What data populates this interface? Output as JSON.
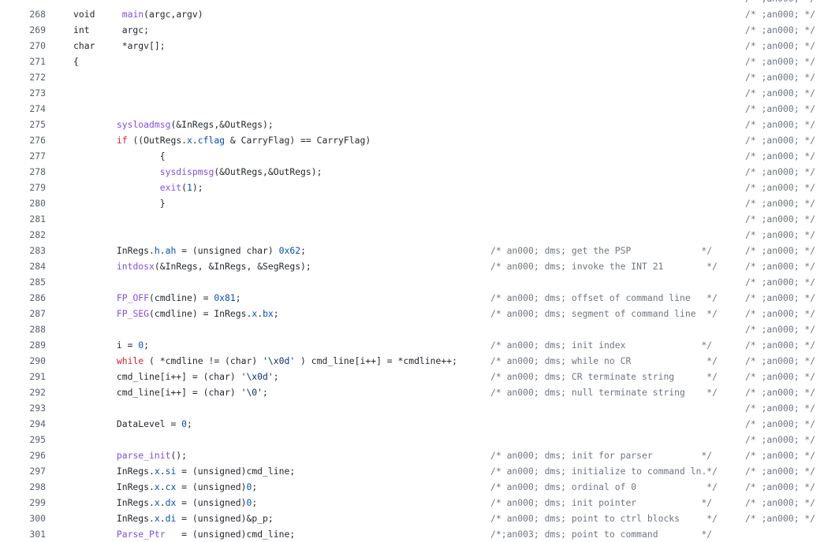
{
  "code_viewer": {
    "top_partial_comment": "/* ;an000; */",
    "lines": [
      {
        "num": "268",
        "segments": [
          {
            "t": "void     ",
            "c": ""
          },
          {
            "t": "main",
            "c": "fn"
          },
          {
            "t": "(argc,argv)",
            "c": ""
          }
        ],
        "mid": "",
        "right": "/* ;an000; */"
      },
      {
        "num": "269",
        "segments": [
          {
            "t": "int      argc;",
            "c": ""
          }
        ],
        "mid": "",
        "right": "/* ;an000; */"
      },
      {
        "num": "270",
        "segments": [
          {
            "t": "char     *argv[];",
            "c": ""
          }
        ],
        "mid": "",
        "right": "/* ;an000; */"
      },
      {
        "num": "271",
        "segments": [
          {
            "t": "{",
            "c": ""
          }
        ],
        "mid": "",
        "right": "/* ;an000; */"
      },
      {
        "num": "272",
        "segments": [],
        "mid": "",
        "right": "/* ;an000; */"
      },
      {
        "num": "273",
        "segments": [],
        "mid": "",
        "right": "/* ;an000; */"
      },
      {
        "num": "274",
        "segments": [],
        "mid": "",
        "right": "/* ;an000; */"
      },
      {
        "num": "275",
        "segments": [
          {
            "t": "        ",
            "c": ""
          },
          {
            "t": "sysloadmsg",
            "c": "fn"
          },
          {
            "t": "(&InRegs,&OutRegs);",
            "c": ""
          }
        ],
        "mid": "",
        "right": "/* ;an000; */"
      },
      {
        "num": "276",
        "segments": [
          {
            "t": "        ",
            "c": ""
          },
          {
            "t": "if",
            "c": "kw"
          },
          {
            "t": " ((OutRegs.",
            "c": ""
          },
          {
            "t": "x",
            "c": "num"
          },
          {
            "t": ".",
            "c": ""
          },
          {
            "t": "cflag",
            "c": "num"
          },
          {
            "t": " & CarryFlag) == CarryFlag)",
            "c": ""
          }
        ],
        "mid": "",
        "right": "/* ;an000; */"
      },
      {
        "num": "277",
        "segments": [
          {
            "t": "                {",
            "c": ""
          }
        ],
        "mid": "",
        "right": "/* ;an000; */"
      },
      {
        "num": "278",
        "segments": [
          {
            "t": "                ",
            "c": ""
          },
          {
            "t": "sysdispmsg",
            "c": "fn"
          },
          {
            "t": "(&OutRegs,&OutRegs);",
            "c": ""
          }
        ],
        "mid": "",
        "right": "/* ;an000; */"
      },
      {
        "num": "279",
        "segments": [
          {
            "t": "                ",
            "c": ""
          },
          {
            "t": "exit",
            "c": "fn"
          },
          {
            "t": "(",
            "c": ""
          },
          {
            "t": "1",
            "c": "num"
          },
          {
            "t": ");",
            "c": ""
          }
        ],
        "mid": "",
        "right": "/* ;an000; */"
      },
      {
        "num": "280",
        "segments": [
          {
            "t": "                }",
            "c": ""
          }
        ],
        "mid": "",
        "right": "/* ;an000; */"
      },
      {
        "num": "281",
        "segments": [],
        "mid": "",
        "right": "/* ;an000; */"
      },
      {
        "num": "282",
        "segments": [],
        "mid": "",
        "right": "/* ;an000; */"
      },
      {
        "num": "283",
        "segments": [
          {
            "t": "        InRegs.",
            "c": ""
          },
          {
            "t": "h",
            "c": "num"
          },
          {
            "t": ".",
            "c": ""
          },
          {
            "t": "ah",
            "c": "num"
          },
          {
            "t": " = (unsigned char) ",
            "c": ""
          },
          {
            "t": "0x62",
            "c": "num"
          },
          {
            "t": ";",
            "c": ""
          }
        ],
        "mid": "/* an000; dms; get the PSP             */",
        "right": "/* ;an000; */"
      },
      {
        "num": "284",
        "segments": [
          {
            "t": "        ",
            "c": ""
          },
          {
            "t": "intdosx",
            "c": "fn"
          },
          {
            "t": "(&InRegs, &InRegs, &SegRegs);",
            "c": ""
          }
        ],
        "mid": "/* an000; dms; invoke the INT 21        */",
        "right": "/* ;an000; */"
      },
      {
        "num": "285",
        "segments": [],
        "mid": "",
        "right": "/* ;an000; */"
      },
      {
        "num": "286",
        "segments": [
          {
            "t": "        ",
            "c": ""
          },
          {
            "t": "FP_OFF",
            "c": "fn"
          },
          {
            "t": "(cmdline) = ",
            "c": ""
          },
          {
            "t": "0x81",
            "c": "num"
          },
          {
            "t": ";",
            "c": ""
          }
        ],
        "mid": "/* an000; dms; offset of command line   */",
        "right": "/* ;an000; */"
      },
      {
        "num": "287",
        "segments": [
          {
            "t": "        ",
            "c": ""
          },
          {
            "t": "FP_SEG",
            "c": "fn"
          },
          {
            "t": "(cmdline) = InRegs.",
            "c": ""
          },
          {
            "t": "x",
            "c": "num"
          },
          {
            "t": ".",
            "c": ""
          },
          {
            "t": "bx",
            "c": "num"
          },
          {
            "t": ";",
            "c": ""
          }
        ],
        "mid": "/* an000; dms; segment of command line  */",
        "right": "/* ;an000; */"
      },
      {
        "num": "288",
        "segments": [],
        "mid": "",
        "right": "/* ;an000; */"
      },
      {
        "num": "289",
        "segments": [
          {
            "t": "        i = ",
            "c": ""
          },
          {
            "t": "0",
            "c": "num"
          },
          {
            "t": ";",
            "c": ""
          }
        ],
        "mid": "/* an000; dms; init index              */",
        "right": "/* ;an000; */"
      },
      {
        "num": "290",
        "segments": [
          {
            "t": "        ",
            "c": ""
          },
          {
            "t": "while",
            "c": "kw"
          },
          {
            "t": " ( *cmdline != (char) ",
            "c": ""
          },
          {
            "t": "'\\x0d'",
            "c": "str"
          },
          {
            "t": " ) cmd_line[i++] = *cmdline++;",
            "c": ""
          }
        ],
        "mid": "/* an000; dms; while no CR              */",
        "right": "/* ;an000; */"
      },
      {
        "num": "291",
        "segments": [
          {
            "t": "        cmd_line[i++] = (char) ",
            "c": ""
          },
          {
            "t": "'\\x0d'",
            "c": "str"
          },
          {
            "t": ";",
            "c": ""
          }
        ],
        "mid": "/* an000; dms; CR terminate string      */",
        "right": "/* ;an000; */"
      },
      {
        "num": "292",
        "segments": [
          {
            "t": "        cmd_line[i++] = (char) ",
            "c": ""
          },
          {
            "t": "'\\0'",
            "c": "str"
          },
          {
            "t": ";",
            "c": ""
          }
        ],
        "mid": "/* an000; dms; null terminate string    */",
        "right": "/* ;an000; */"
      },
      {
        "num": "293",
        "segments": [],
        "mid": "",
        "right": "/* ;an000; */"
      },
      {
        "num": "294",
        "segments": [
          {
            "t": "        DataLevel = ",
            "c": ""
          },
          {
            "t": "0",
            "c": "num"
          },
          {
            "t": ";",
            "c": ""
          }
        ],
        "mid": "",
        "right": "/* ;an000; */"
      },
      {
        "num": "295",
        "segments": [],
        "mid": "",
        "right": "/* ;an000; */"
      },
      {
        "num": "296",
        "segments": [
          {
            "t": "        ",
            "c": ""
          },
          {
            "t": "parse_init",
            "c": "fn"
          },
          {
            "t": "();",
            "c": ""
          }
        ],
        "mid": "/* an000; dms; init for parser         */",
        "right": "/* ;an000; */"
      },
      {
        "num": "297",
        "segments": [
          {
            "t": "        InRegs.",
            "c": ""
          },
          {
            "t": "x",
            "c": "num"
          },
          {
            "t": ".",
            "c": ""
          },
          {
            "t": "si",
            "c": "num"
          },
          {
            "t": " = (unsigned)cmd_line;",
            "c": ""
          }
        ],
        "mid": "/* an000; dms; initialize to command ln.*/",
        "right": "/* ;an000; */"
      },
      {
        "num": "298",
        "segments": [
          {
            "t": "        InRegs.",
            "c": ""
          },
          {
            "t": "x",
            "c": "num"
          },
          {
            "t": ".",
            "c": ""
          },
          {
            "t": "cx",
            "c": "num"
          },
          {
            "t": " = (unsigned)",
            "c": ""
          },
          {
            "t": "0",
            "c": "num"
          },
          {
            "t": ";",
            "c": ""
          }
        ],
        "mid": "/* an000; dms; ordinal of 0             */",
        "right": "/* ;an000; */"
      },
      {
        "num": "299",
        "segments": [
          {
            "t": "        InRegs.",
            "c": ""
          },
          {
            "t": "x",
            "c": "num"
          },
          {
            "t": ".",
            "c": ""
          },
          {
            "t": "dx",
            "c": "num"
          },
          {
            "t": " = (unsigned)",
            "c": ""
          },
          {
            "t": "0",
            "c": "num"
          },
          {
            "t": ";",
            "c": ""
          }
        ],
        "mid": "/* an000; dms; init pointer            */",
        "right": "/* ;an000; */"
      },
      {
        "num": "300",
        "segments": [
          {
            "t": "        InRegs.",
            "c": ""
          },
          {
            "t": "x",
            "c": "num"
          },
          {
            "t": ".",
            "c": ""
          },
          {
            "t": "di",
            "c": "num"
          },
          {
            "t": " = (unsigned)&p_p;",
            "c": ""
          }
        ],
        "mid": "/* an000; dms; point to ctrl blocks     */",
        "right": "/* ;an000; */"
      },
      {
        "num": "301",
        "segments": [
          {
            "t": "        ",
            "c": ""
          },
          {
            "t": "Parse_Ptr",
            "c": "fn"
          },
          {
            "t": "   = (unsigned)cmd_line;",
            "c": ""
          }
        ],
        "mid": "/*;an003; dms; point to command        */",
        "right": ""
      }
    ]
  },
  "colors": {
    "line_number": "#57606a",
    "code_text": "#24292f",
    "comment": "#6e7781",
    "function": "#8250df",
    "keyword": "#cf222e",
    "number": "#0550ae",
    "string": "#0a3069"
  }
}
